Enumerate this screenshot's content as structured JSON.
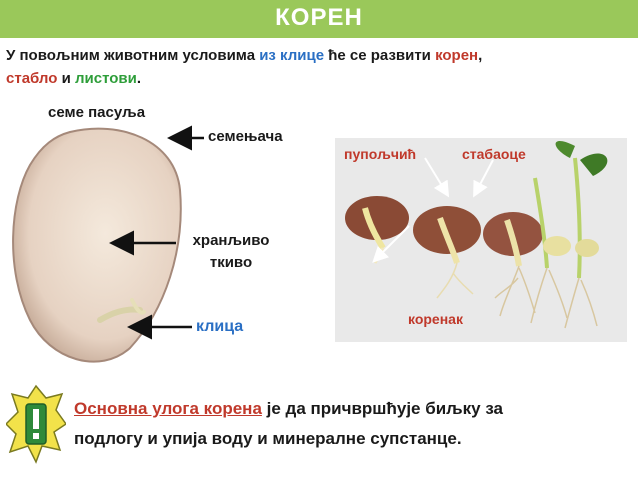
{
  "title": "КОРЕН",
  "intro": {
    "part1": "У повољним животним условима ",
    "from_embryo": "из клице",
    "part2": " ће се развити ",
    "root": "корен",
    "comma": ",",
    "stem": "стабло",
    "and": " и ",
    "leaves": "листови",
    "end": "."
  },
  "seed": {
    "title": "семе пасуља",
    "seed_coat": "семењача",
    "nutritive_line1": "хранљиво",
    "nutritive_line2": "ткиво",
    "embryo": "клица"
  },
  "germination": {
    "bud": "пупољчић",
    "stem": "стабаоце",
    "rootlet": "коренак"
  },
  "summary": {
    "underlined": "Основна улога корена",
    "rest_line1": " је да причвршћује биљку за",
    "line2": "подлогу и упија воду и минералне супстанце."
  },
  "colors": {
    "title_bar": "#9ac85a",
    "accent_blue": "#2a6fc4",
    "accent_red": "#c0392b",
    "accent_green": "#2e9e3a"
  },
  "icons": [
    "arrow-icon",
    "warning-icon"
  ]
}
